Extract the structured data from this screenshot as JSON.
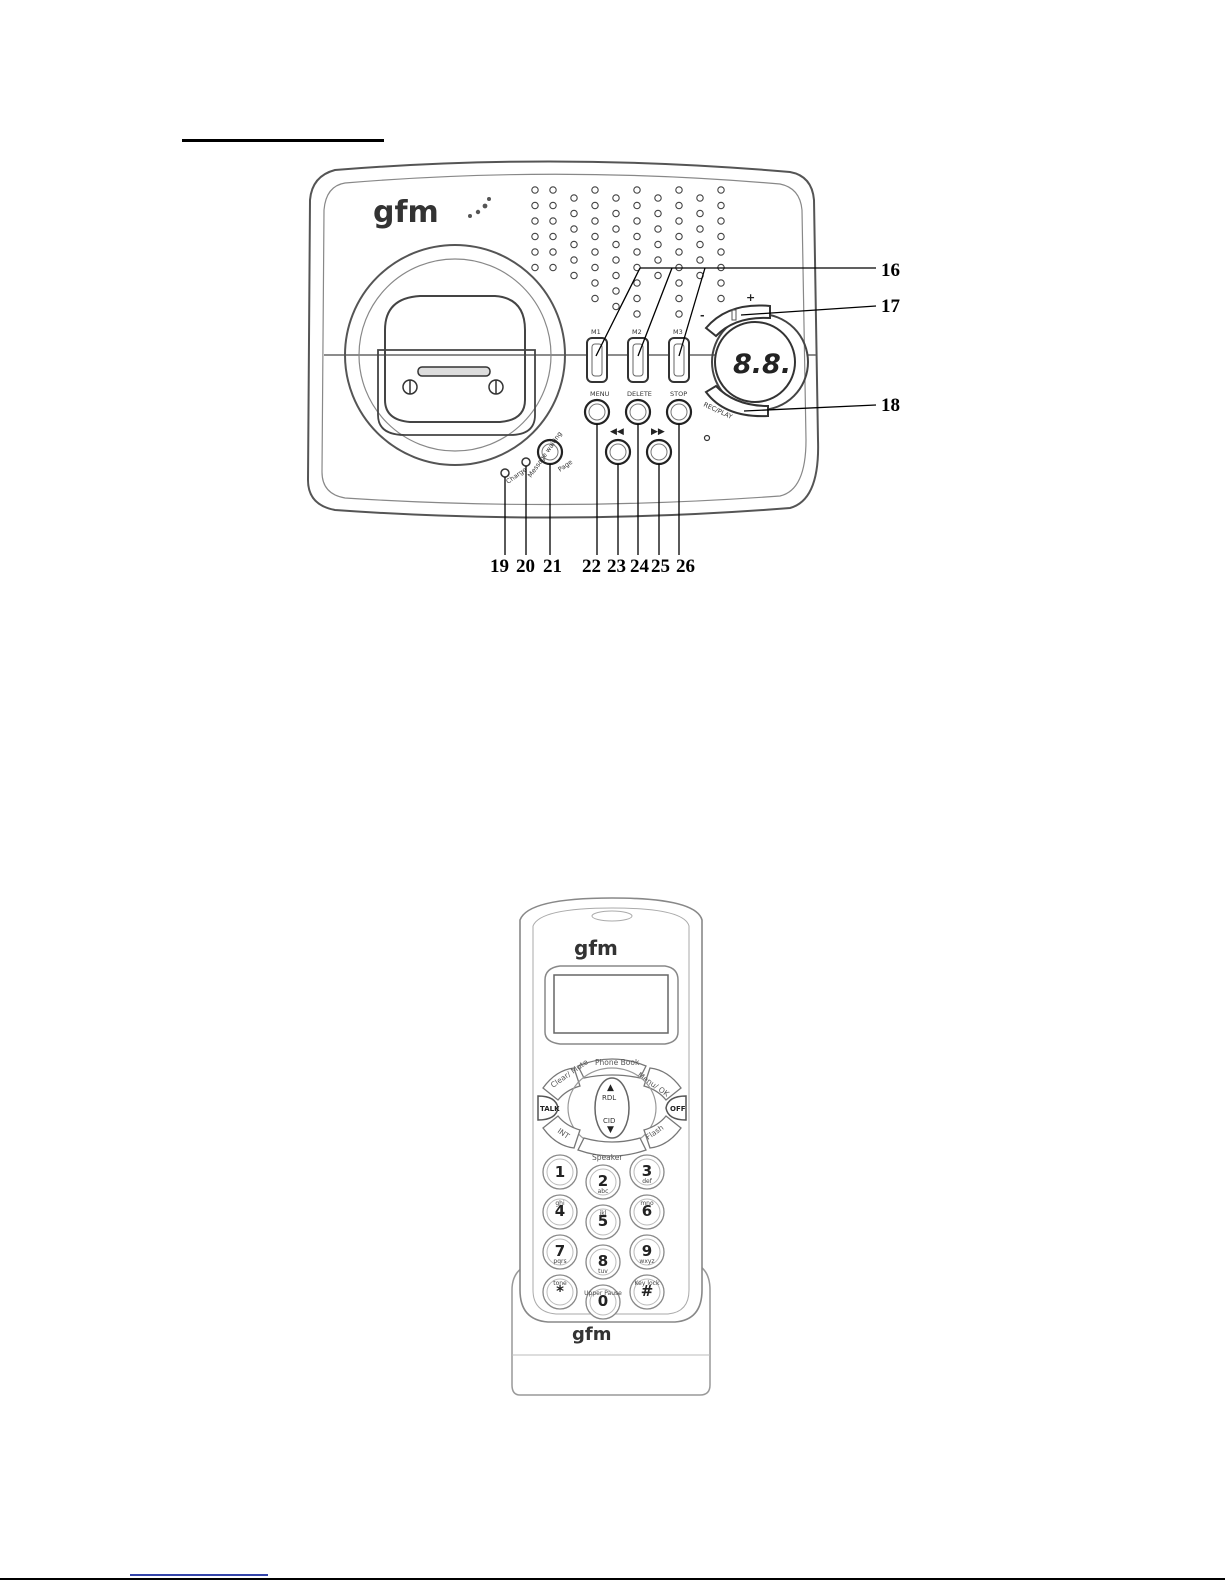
{
  "base_unit": {
    "logo_text": "gfm",
    "display_digits": "8.8.",
    "volume_plus": "+",
    "volume_minus": "-",
    "memory_buttons": [
      "M1",
      "M2",
      "M3"
    ],
    "function_labels": {
      "menu": "MENU",
      "delete": "DELETE",
      "stop": "STOP",
      "record": "REC/PLAY"
    },
    "rewind_symbol": "◀◀",
    "forward_symbol": "▶▶",
    "led_labels": {
      "charge": "Charge",
      "message_waiting": "Message waiting"
    },
    "page_label": "Page",
    "callouts": {
      "n16": "16",
      "n17": "17",
      "n18": "18",
      "n19": "19",
      "n20": "20",
      "n21": "21",
      "n22": "22",
      "n23": "23",
      "n24": "24",
      "n25": "25",
      "n26": "26"
    }
  },
  "handset": {
    "logo_text": "gfm",
    "cradle_logo_text": "gfm",
    "keys": {
      "phone_book": "Phone Book",
      "clear_mute": "Clear/ Mute",
      "menu_ok": "Menu/ OK",
      "talk": "TALK",
      "off": "OFF",
      "rdl": "RDL",
      "cid": "CID",
      "int": "INT",
      "flash": "Flash",
      "speaker": "Speaker"
    },
    "keypad": [
      {
        "num": "1",
        "sub": ""
      },
      {
        "num": "2",
        "sub": "abc"
      },
      {
        "num": "3",
        "sub": "def"
      },
      {
        "num": "4",
        "sub": "ghi"
      },
      {
        "num": "5",
        "sub": "jkl"
      },
      {
        "num": "6",
        "sub": "mno"
      },
      {
        "num": "7",
        "sub": "pqrs"
      },
      {
        "num": "8",
        "sub": "tuv"
      },
      {
        "num": "9",
        "sub": "wxyz"
      },
      {
        "num": "*",
        "sub": "tone"
      },
      {
        "num": "0",
        "sub": "Upper Pause"
      },
      {
        "num": "#",
        "sub": "Key lock"
      }
    ]
  }
}
